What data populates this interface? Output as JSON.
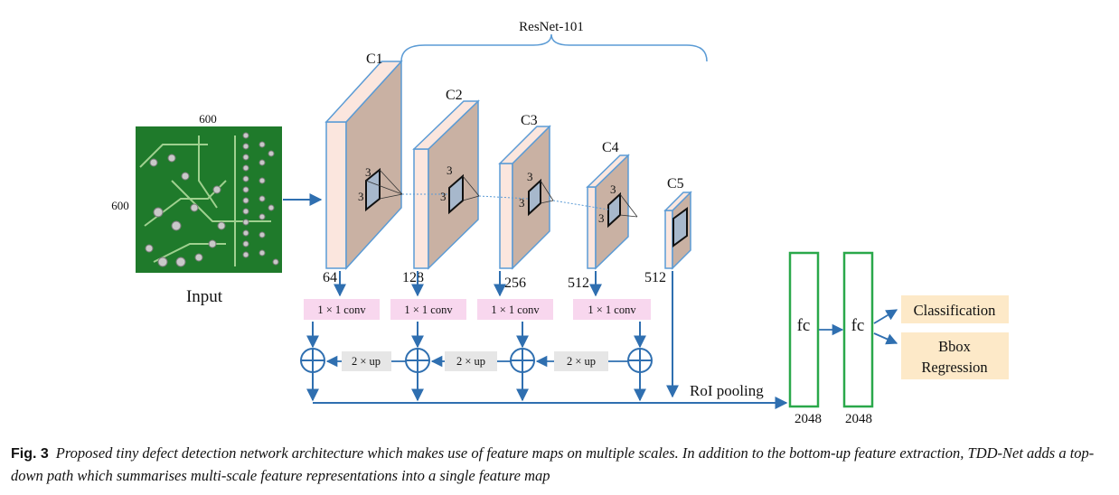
{
  "figure": {
    "backbone_label": "ResNet-101",
    "input": {
      "label": "Input",
      "width_label": "600",
      "height_label": "600"
    },
    "stages": [
      {
        "name": "C1",
        "channels": "64"
      },
      {
        "name": "C2",
        "channels": "128"
      },
      {
        "name": "C3",
        "channels": "256"
      },
      {
        "name": "C4",
        "channels": "512"
      },
      {
        "name": "C5",
        "channels": "512"
      }
    ],
    "kernel_label": "3",
    "conv_label": "1 × 1 conv",
    "up_label": "2 × up",
    "roi_label": "RoI pooling",
    "fc_label": "fc",
    "fc_dims": [
      "2048",
      "2048"
    ],
    "outputs": {
      "classification": "Classification",
      "bbox_line1": "Bbox",
      "bbox_line2": "Regression"
    },
    "colors": {
      "arrow": "#2f6fb0",
      "map_face": "#c9b1a3",
      "map_side": "#fbe6de",
      "conv_box": "#f8d7ee",
      "up_box": "#e6e6e6",
      "fc_border": "#2aa84a",
      "output_box": "#fde9c8",
      "pcb_green": "#1f7a2b"
    }
  },
  "caption": {
    "label": "Fig. 3",
    "text": "Proposed tiny defect detection network architecture which makes use of feature maps on multiple scales. In addition to the bottom-up feature extraction, TDD-Net adds a top-down path which summarises multi-scale feature representations into a single feature map"
  }
}
